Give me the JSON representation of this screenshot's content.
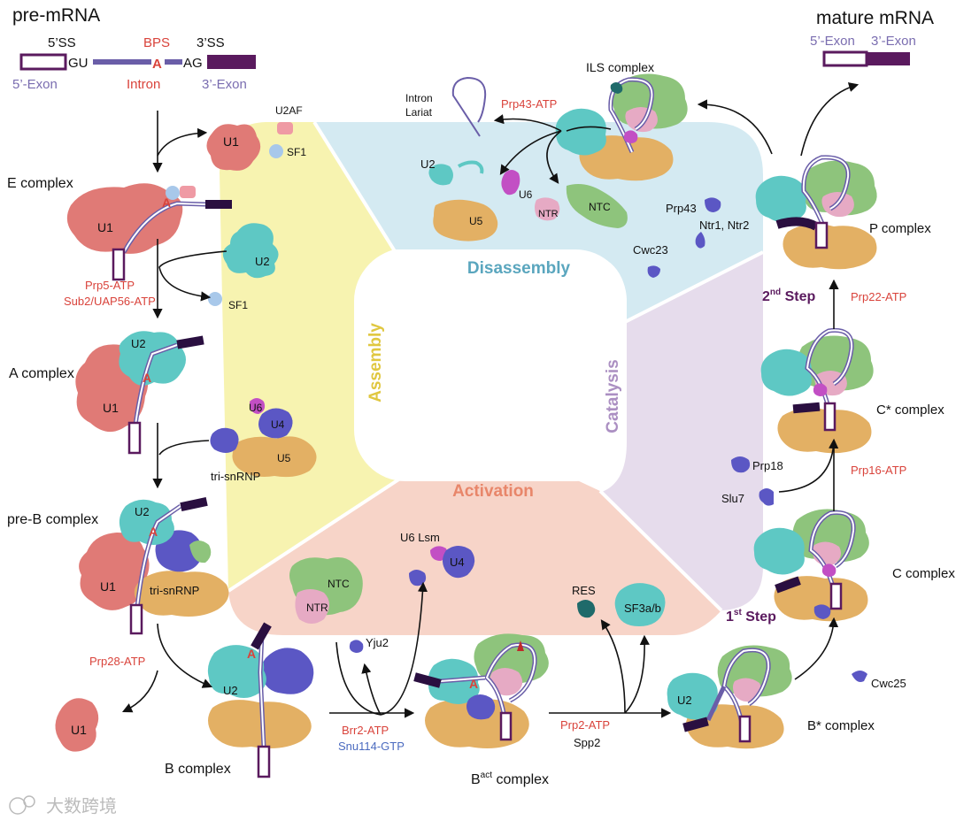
{
  "colors": {
    "u1": "#e07a76",
    "u2": "#5ec8c4",
    "u4u6": "#5b57c4",
    "u5": "#e3b064",
    "ntc": "#8ec47c",
    "ntr": "#e6aac4",
    "u6": "#c24fc4",
    "exon5_dark": "#5a1a5e",
    "intron_line": "#6a5ea8",
    "red_text": "#d9433b",
    "dark_purple_text": "#5a1a5e",
    "blue_text": "#4a6abf",
    "lavender_text": "#7a6db0",
    "sector_assembly": "#f7f3b0",
    "sector_activation": "#f7d4c8",
    "sector_catalysis": "#e6dcec",
    "sector_disassembly": "#d4eaf2"
  },
  "header": {
    "left_title": "pre-mRNA",
    "right_title": "mature mRNA"
  },
  "premrna": {
    "ss5": "5’SS",
    "bps": "BPS",
    "ss3": "3’SS",
    "gu": "GU",
    "a": "A",
    "ag": "AG",
    "exon5": "5’-Exon",
    "intron": "Intron",
    "exon3": "3’-Exon"
  },
  "mature": {
    "exon5": "5’-Exon",
    "exon3": "3’-Exon"
  },
  "sectors": {
    "assembly": "Assembly",
    "activation": "Activation",
    "catalysis": "Catalysis",
    "disassembly": "Disassembly"
  },
  "complexes": {
    "e": "E complex",
    "a": "A complex",
    "preb": "pre-B complex",
    "b": "B complex",
    "bact_prefix": "B",
    "bact_sup": "act",
    "bact_suffix": " complex",
    "bstar": "B* complex",
    "c": "C complex",
    "cstar": "C* complex",
    "p": "P complex",
    "ils": "ILS complex"
  },
  "factors": {
    "u2af": "U2AF",
    "sf1_a": "SF1",
    "sf1_b": "SF1",
    "prp5": "Prp5-ATP",
    "sub2": "Sub2/UAP56-ATP",
    "prp28": "Prp28-ATP",
    "brr2": "Brr2-ATP",
    "snu114": "Snu114-GTP",
    "prp2": "Prp2-ATP",
    "spp2": "Spp2",
    "prp16": "Prp16-ATP",
    "prp22": "Prp22-ATP",
    "prp43atp": "Prp43-ATP",
    "prp18": "Prp18",
    "slu7": "Slu7",
    "cwc25": "Cwc25",
    "yju2": "Yju2",
    "res": "RES",
    "sf3ab": "SF3a/b",
    "u6lsm": "U6 Lsm",
    "u4": "U4",
    "ntc": "NTC",
    "ntr": "NTR",
    "trisnrnp": "tri-snRNP",
    "trisnrnp_b": "tri-snRNP",
    "intron_lariat_1": "Intron",
    "intron_lariat_2": "Lariat",
    "u2_dis": "U2",
    "u6_dis": "U6",
    "u5_dis": "U5",
    "ntr_dis": "NTR",
    "ntc_dis": "NTC",
    "prp43": "Prp43",
    "ntr12": "Ntr1, Ntr2",
    "cwc23": "Cwc23",
    "u1": "U1",
    "u2": "U2",
    "u5": "U5",
    "u6": "U6",
    "a_letter": "A"
  },
  "steps": {
    "step1_num": "1",
    "step1_sup": "st",
    "step1_word": " Step",
    "step2_num": "2",
    "step2_sup": "nd",
    "step2_word": " Step"
  },
  "watermark": "大数跨境"
}
